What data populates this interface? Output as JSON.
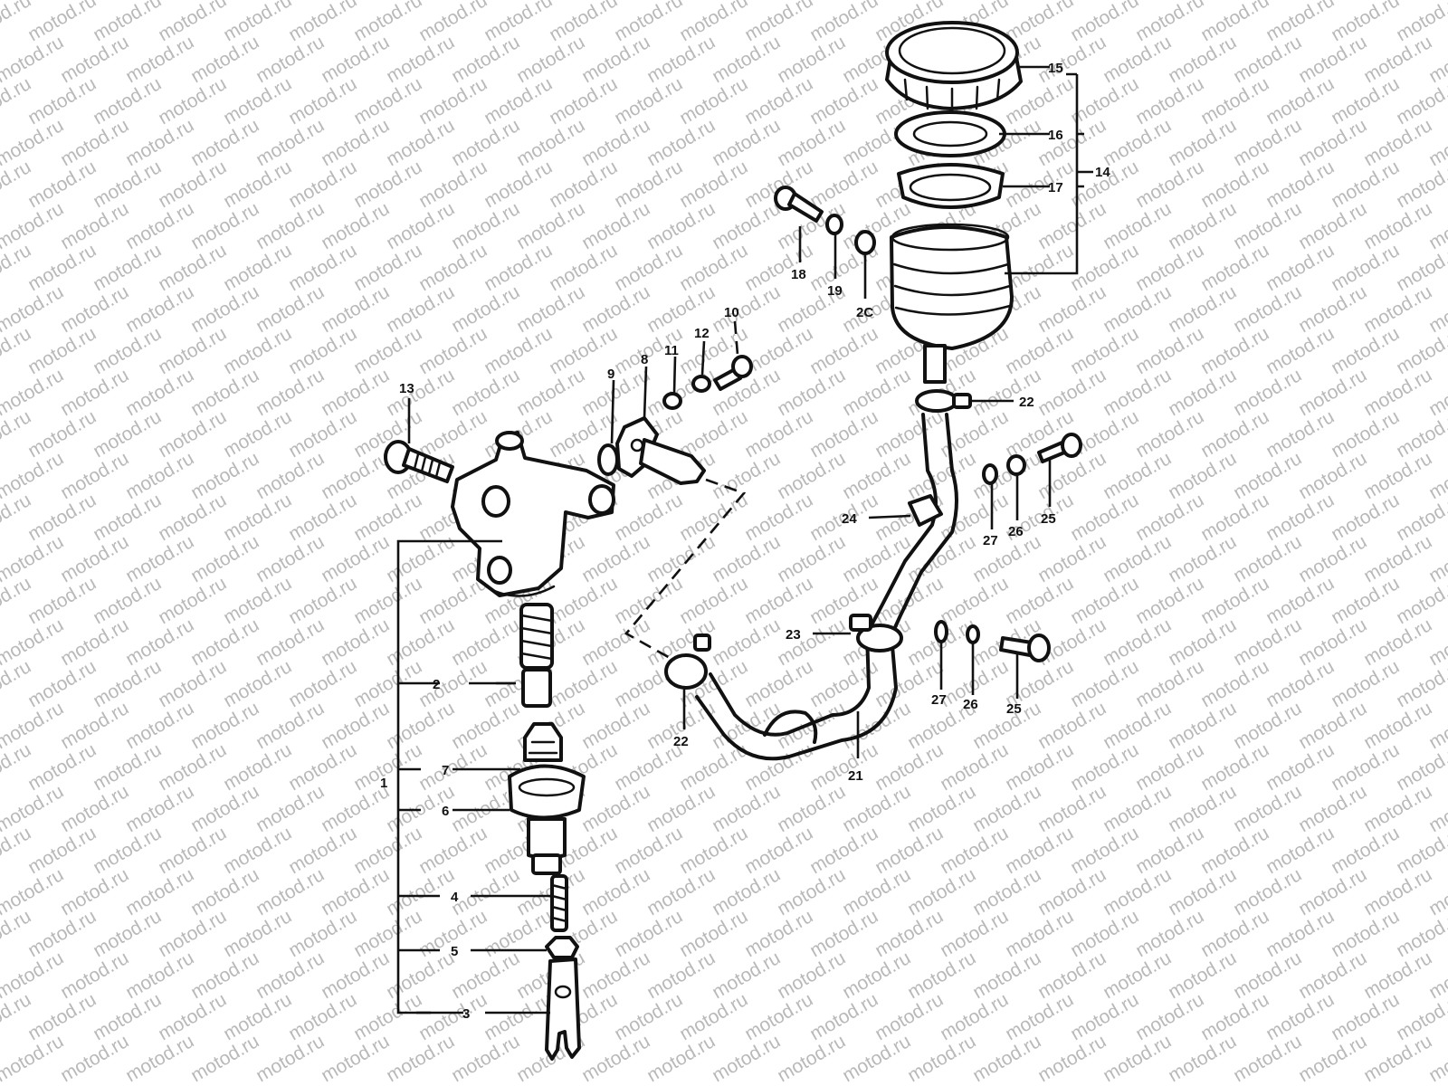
{
  "watermark": {
    "text": "motod.ru"
  },
  "callouts": [
    {
      "id": "c1",
      "text": "1"
    },
    {
      "id": "c2",
      "text": "2"
    },
    {
      "id": "c3",
      "text": "3"
    },
    {
      "id": "c4",
      "text": "4"
    },
    {
      "id": "c5",
      "text": "5"
    },
    {
      "id": "c6",
      "text": "6"
    },
    {
      "id": "c7",
      "text": "7"
    },
    {
      "id": "c8",
      "text": "8"
    },
    {
      "id": "c9",
      "text": "9"
    },
    {
      "id": "c10",
      "text": "10"
    },
    {
      "id": "c11",
      "text": "11"
    },
    {
      "id": "c12",
      "text": "12"
    },
    {
      "id": "c13",
      "text": "13"
    },
    {
      "id": "c14",
      "text": "14"
    },
    {
      "id": "c15",
      "text": "15"
    },
    {
      "id": "c16",
      "text": "16"
    },
    {
      "id": "c17",
      "text": "17"
    },
    {
      "id": "c18",
      "text": "18"
    },
    {
      "id": "c19",
      "text": "19"
    },
    {
      "id": "c20",
      "text": "2C"
    },
    {
      "id": "c21",
      "text": "21"
    },
    {
      "id": "c22a",
      "text": "22"
    },
    {
      "id": "c22b",
      "text": "22"
    },
    {
      "id": "c23",
      "text": "23"
    },
    {
      "id": "c24",
      "text": "24"
    },
    {
      "id": "c25a",
      "text": "25"
    },
    {
      "id": "c25b",
      "text": "25"
    },
    {
      "id": "c26a",
      "text": "26"
    },
    {
      "id": "c26b",
      "text": "26"
    },
    {
      "id": "c27a",
      "text": "27"
    },
    {
      "id": "c27b",
      "text": "27"
    }
  ]
}
